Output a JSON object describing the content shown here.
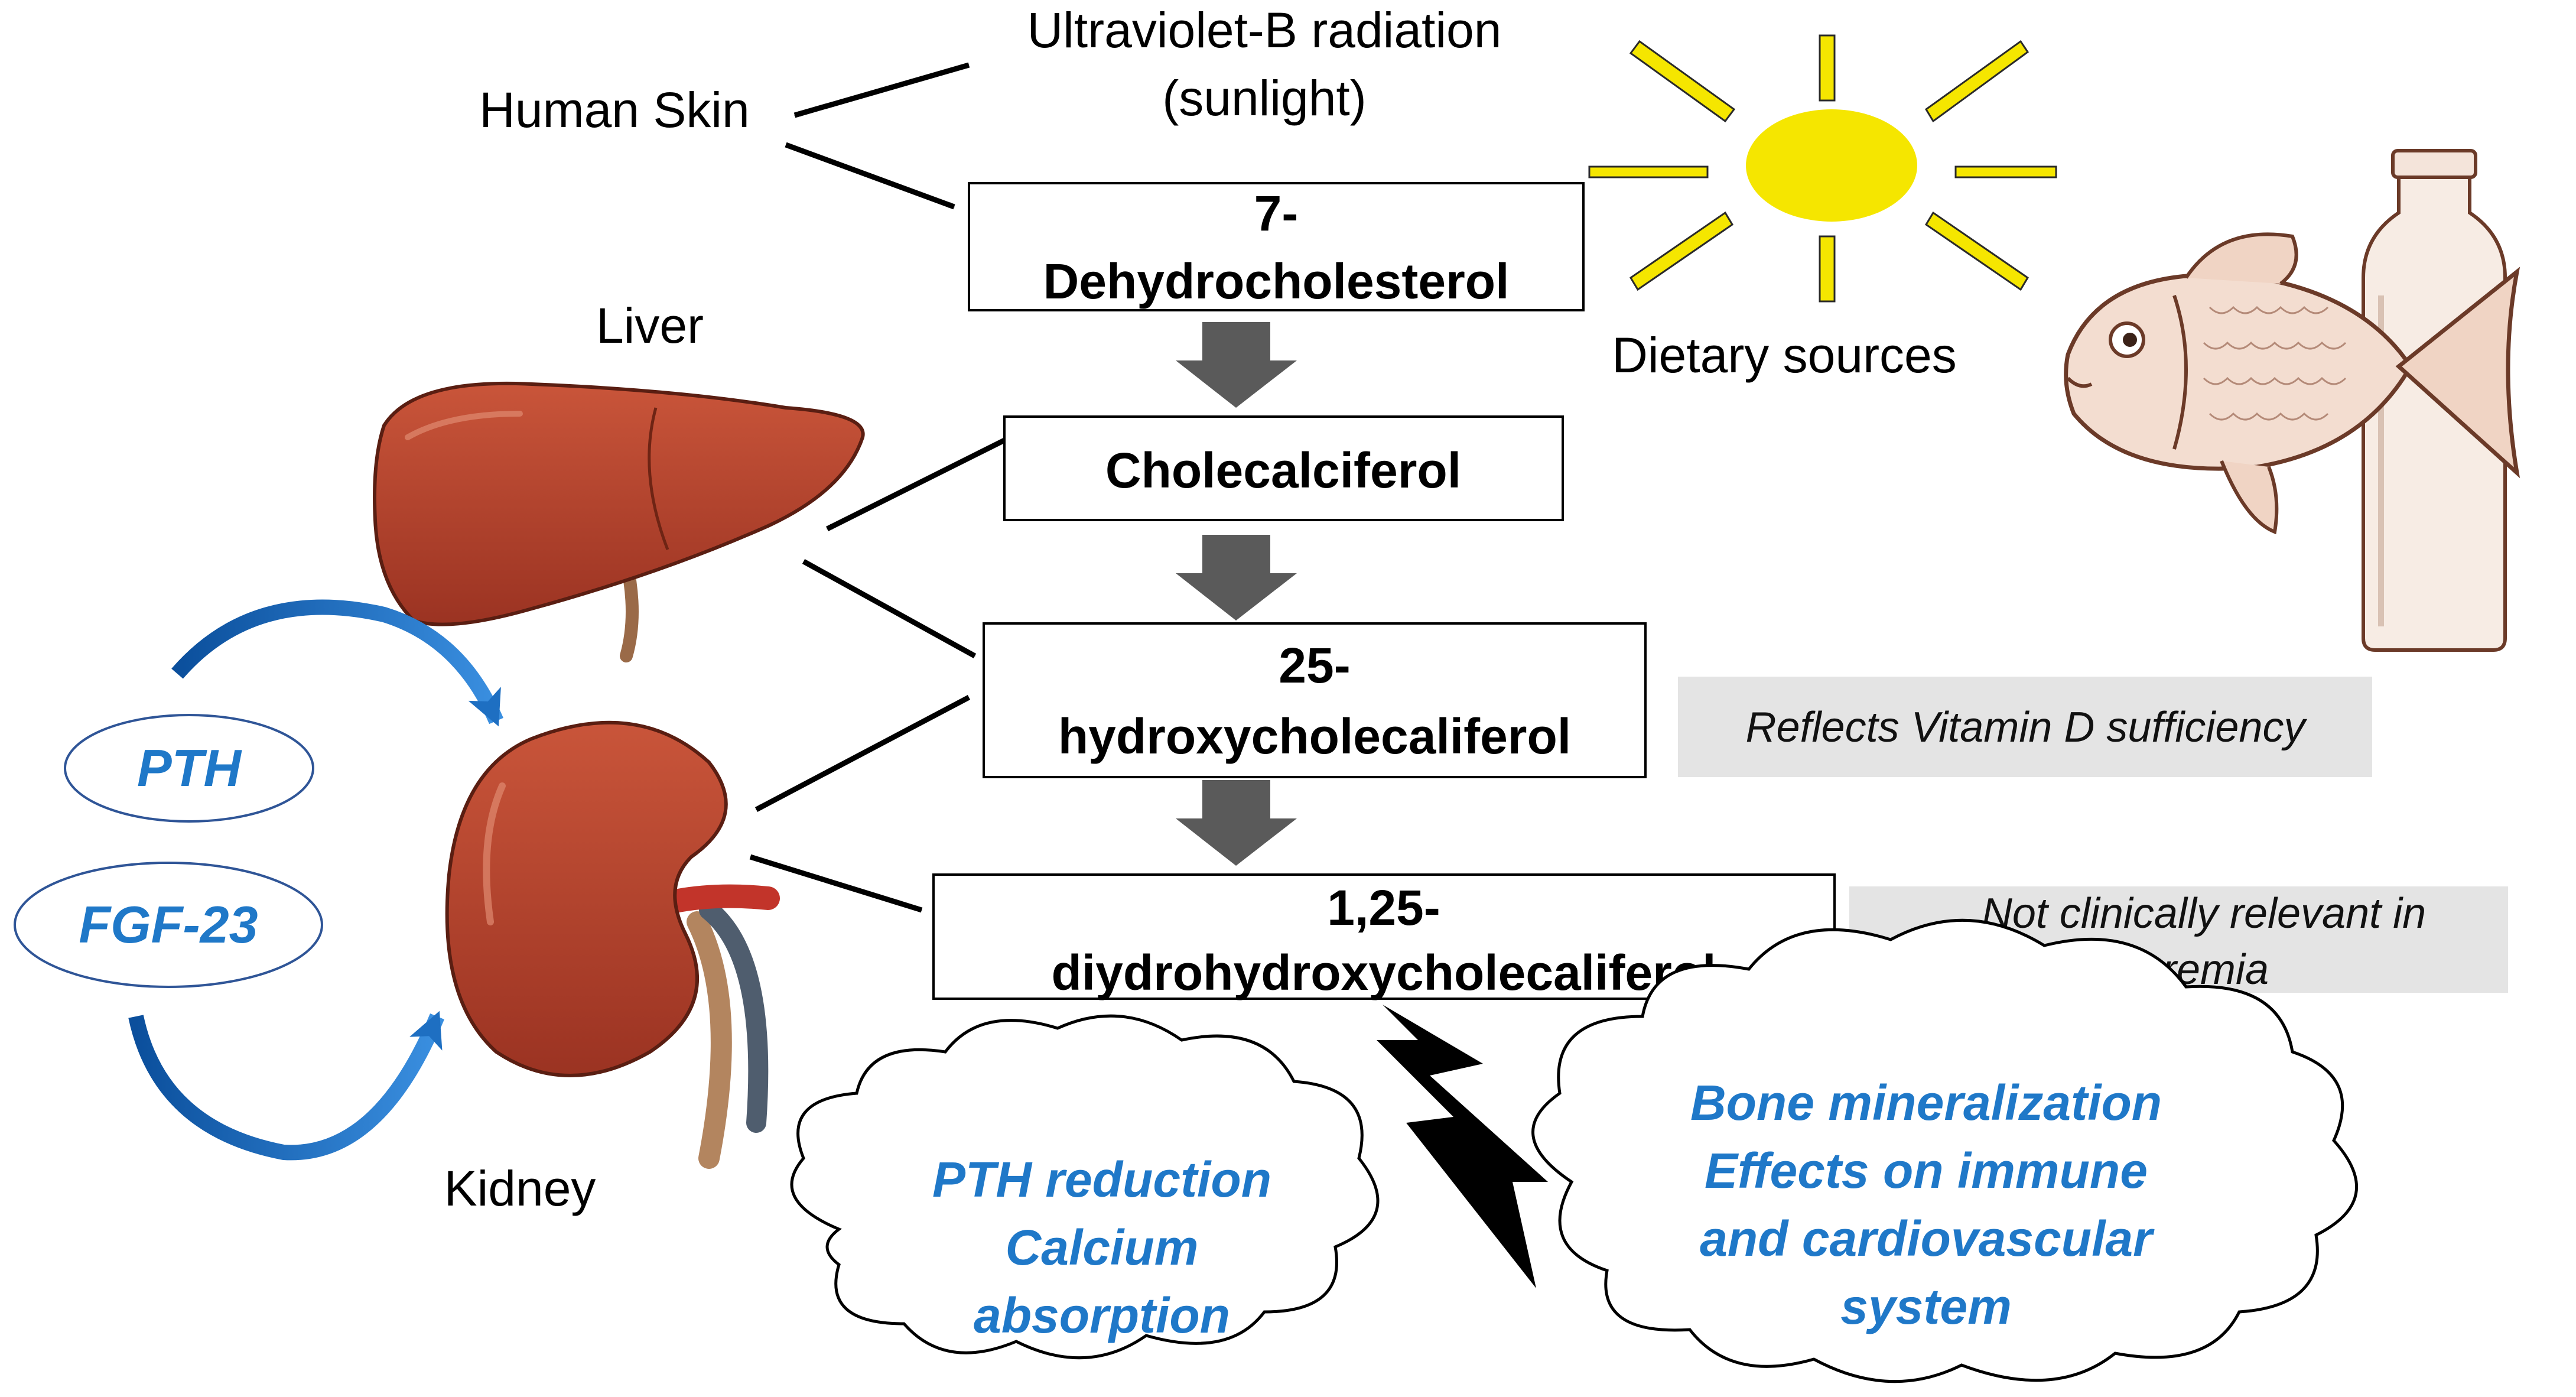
{
  "labels": {
    "uv_line1": "Ultraviolet-B  radiation",
    "uv_line2": "(sunlight)",
    "human_skin": "Human Skin",
    "liver": "Liver",
    "kidney": "Kidney",
    "dietary_sources": "Dietary sources"
  },
  "pathway": {
    "step1_line1": "7-",
    "step1_line2": "Dehydrocholesterol",
    "step2": "Cholecalciferol",
    "step3_line1": "25-",
    "step3_line2": "hydroxycholecaliferol",
    "step4_line1": "1,25-",
    "step4_line2": "diydrohydroxycholecaliferol"
  },
  "notes": {
    "sufficiency": "Reflects Vitamin D sufficiency",
    "uremia_line1": "Not clinically relevant in",
    "uremia_line2": "uremia"
  },
  "regulators": {
    "pth": "PTH",
    "fgf23": "FGF-23"
  },
  "effects": {
    "left_line1": "PTH reduction",
    "left_line2": "Calcium",
    "left_line3": "absorption",
    "right_line1": "Bone mineralization",
    "right_line2": "Effects on immune",
    "right_line3": "and cardiovascular",
    "right_line4": "system"
  },
  "colors": {
    "organ_red": "#b8402a",
    "effect_blue": "#1f78c8",
    "sun_yellow": "#f5e600",
    "note_gray": "#e4e4e4",
    "block_arrow_gray": "#5a5a5a"
  }
}
